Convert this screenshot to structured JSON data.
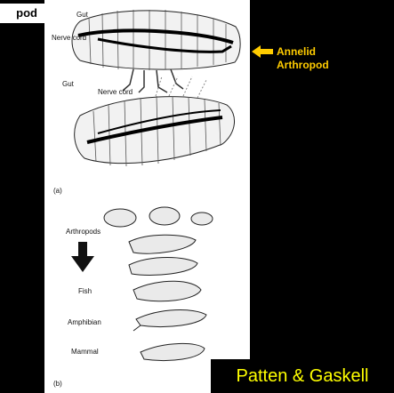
{
  "slide": {
    "top_label": "pod",
    "annotation_lines": [
      "Annelid",
      "Arthropod"
    ],
    "credit": "Patten & Gaskell",
    "colors": {
      "annotation": "#ffcc00",
      "credit": "#ffff00",
      "background": "#000000"
    }
  },
  "figure_a": {
    "labels": {
      "gut_top": "Gut",
      "nerve_cord_top": "Nerve cord",
      "gut_bottom": "Gut",
      "nerve_cord_bottom": "Nerve cord",
      "panel": "(a)"
    }
  },
  "figure_b": {
    "labels": {
      "arthropods": "Arthropods",
      "fish": "Fish",
      "amphibian": "Amphibian",
      "mammal": "Mammal",
      "panel": "(b)"
    }
  }
}
